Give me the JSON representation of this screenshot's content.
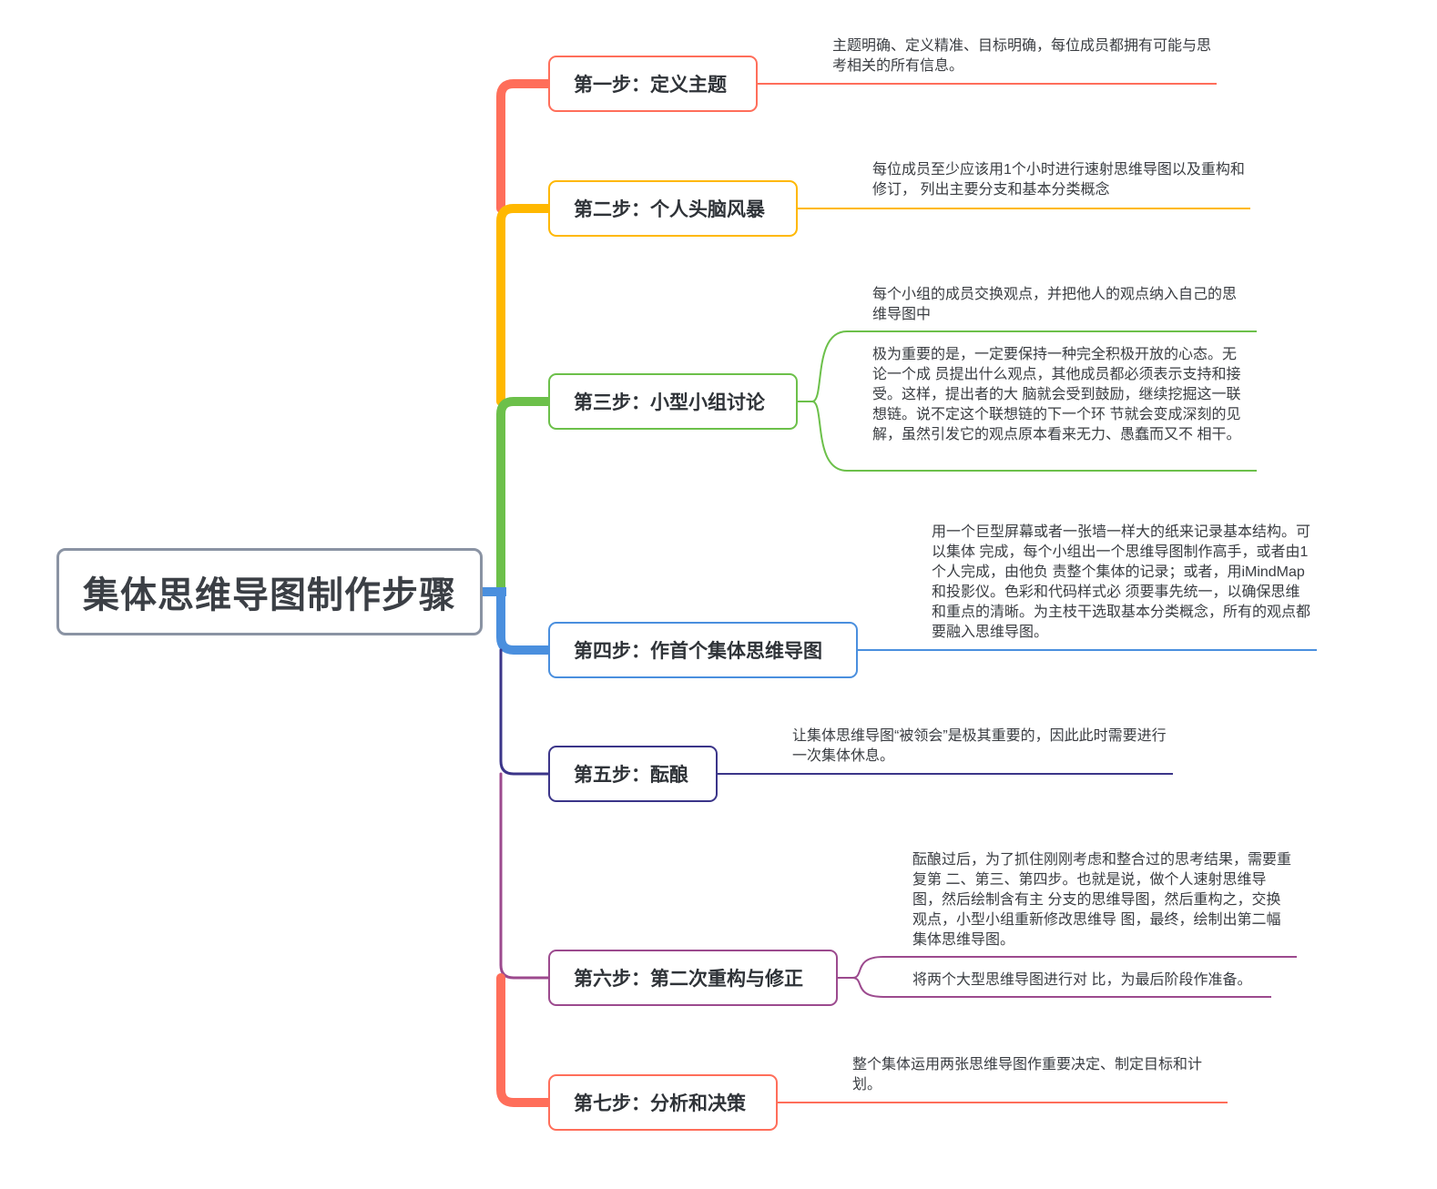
{
  "root": {
    "title": "集体思维导图制作步骤"
  },
  "steps": [
    {
      "label": "第一步：定义主题",
      "color": "#ff6e5a",
      "notes": [
        "主题明确、定义精准、目标明确，每位成员都拥有可能与思考相关的所有信息。"
      ]
    },
    {
      "label": "第二步：个人头脑风暴",
      "color": "#ffb800",
      "notes": [
        "每位成员至少应该用1个小时进行速射思维导图以及重构和修订， 列出主要分支和基本分类概念"
      ]
    },
    {
      "label": "第三步：小型小组讨论",
      "color": "#6cc04a",
      "notes": [
        "每个小组的成员交换观点，并把他人的观点纳入自己的思维导图中",
        "极为重要的是，一定要保持一种完全积极开放的心态。无论一个成 员提出什么观点，其他成员都必须表示支持和接受。这样，提出者的大 脑就会受到鼓励，继续挖掘这一联想链。说不定这个联想链的下一个环 节就会变成深刻的见解，虽然引发它的观点原本看来无力、愚蠢而又不 相干。"
      ]
    },
    {
      "label": "第四步：作首个集体思维导图",
      "color": "#4a8fde",
      "notes": [
        "用一个巨型屏幕或者一张墙一样大的纸来记录基本结构。可以集体 完成，每个小组出一个思维导图制作高手，或者由1个人完成，由他负 责整个集体的记录；或者，用iMindMap和投影仪。色彩和代码样式必 须要事先统一，以确保思维和重点的清晰。为主枝干选取基本分类概念，所有的观点都要融入思维导图。"
      ]
    },
    {
      "label": "第五步：酝酿",
      "color": "#3b3589",
      "notes": [
        "让集体思维导图“被领会”是极其重要的，因此此时需要进行一次集体休息。"
      ]
    },
    {
      "label": "第六步：第二次重构与修正",
      "color": "#9c4a8e",
      "notes": [
        "酝酿过后，为了抓住刚刚考虑和整合过的思考结果，需要重复第 二、第三、第四步。也就是说，做个人速射思维导图，然后绘制含有主 分支的思维导图，然后重构之，交换观点，小型小组重新修改思维导 图，最终，绘制出第二幅集体思维导图。",
        "将两个大型思维导图进行对 比，为最后阶段作准备。"
      ]
    },
    {
      "label": "第七步：分析和决策",
      "color": "#ff6e5a",
      "notes": [
        "整个集体运用两张思维导图作重要决定、制定目标和计划。"
      ]
    }
  ]
}
